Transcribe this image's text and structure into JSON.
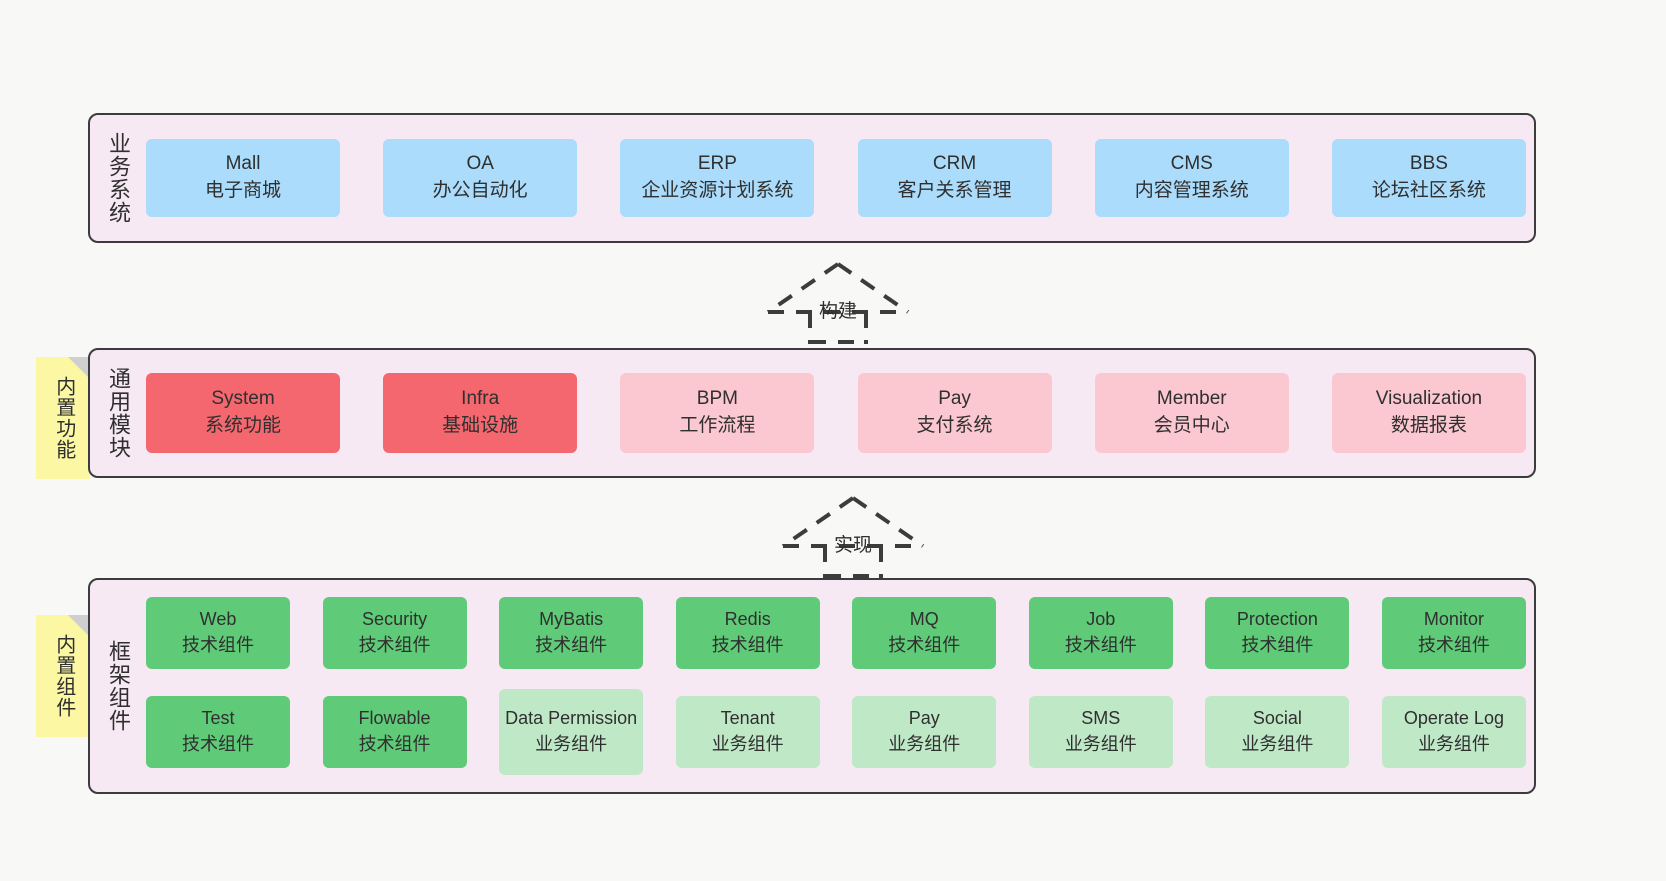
{
  "diagram": {
    "background": "#f8f8f7",
    "layer_bg": "#f7e9f3",
    "layer_border": "#3c3c3c",
    "sticky_bg": "#fbf7a3"
  },
  "business_layer": {
    "title": "业务系统",
    "accent": "#abdcfb",
    "cards": [
      {
        "main": "Mall",
        "sub": "电子商城"
      },
      {
        "main": "OA",
        "sub": "办公自动化"
      },
      {
        "main": "ERP",
        "sub": "企业资源计划系统"
      },
      {
        "main": "CRM",
        "sub": "客户关系管理"
      },
      {
        "main": "CMS",
        "sub": "内容管理系统"
      },
      {
        "main": "BBS",
        "sub": "论坛社区系统"
      }
    ]
  },
  "arrow_build": {
    "label": "构建"
  },
  "module_layer": {
    "title": "通用模块",
    "sticky": "内置功能",
    "accent_strong": "#f4676e",
    "accent_soft": "#fbc8d1",
    "cards": [
      {
        "main": "System",
        "sub": "系统功能",
        "tone": "tone-red"
      },
      {
        "main": "Infra",
        "sub": "基础设施",
        "tone": "tone-red"
      },
      {
        "main": "BPM",
        "sub": "工作流程",
        "tone": "tone-pink"
      },
      {
        "main": "Pay",
        "sub": "支付系统",
        "tone": "tone-pink"
      },
      {
        "main": "Member",
        "sub": "会员中心",
        "tone": "tone-pink"
      },
      {
        "main": "Visualization",
        "sub": "数据报表",
        "tone": "tone-pink"
      }
    ]
  },
  "arrow_implement": {
    "label": "实现"
  },
  "framework_layer": {
    "title": "框架组件",
    "sticky": "内置组件",
    "accent_tech": "#5fca77",
    "accent_biz": "#bfe8c7",
    "row1": [
      {
        "main": "Web",
        "sub": "技术组件",
        "tone": "tone-green"
      },
      {
        "main": "Security",
        "sub": "技术组件",
        "tone": "tone-green"
      },
      {
        "main": "MyBatis",
        "sub": "技术组件",
        "tone": "tone-green"
      },
      {
        "main": "Redis",
        "sub": "技术组件",
        "tone": "tone-green"
      },
      {
        "main": "MQ",
        "sub": "技术组件",
        "tone": "tone-green"
      },
      {
        "main": "Job",
        "sub": "技术组件",
        "tone": "tone-green"
      },
      {
        "main": "Protection",
        "sub": "技术组件",
        "tone": "tone-green"
      },
      {
        "main": "Monitor",
        "sub": "技术组件",
        "tone": "tone-green"
      }
    ],
    "row2": [
      {
        "main": "Test",
        "sub": "技术组件",
        "tone": "tone-green"
      },
      {
        "main": "Flowable",
        "sub": "技术组件",
        "tone": "tone-green"
      },
      {
        "main": "Data Permission",
        "sub": "业务组件",
        "tone": "tone-lightgreen",
        "tall": true
      },
      {
        "main": "Tenant",
        "sub": "业务组件",
        "tone": "tone-lightgreen"
      },
      {
        "main": "Pay",
        "sub": "业务组件",
        "tone": "tone-lightgreen"
      },
      {
        "main": "SMS",
        "sub": "业务组件",
        "tone": "tone-lightgreen"
      },
      {
        "main": "Social",
        "sub": "业务组件",
        "tone": "tone-lightgreen"
      },
      {
        "main": "Operate Log",
        "sub": "业务组件",
        "tone": "tone-lightgreen"
      }
    ]
  }
}
